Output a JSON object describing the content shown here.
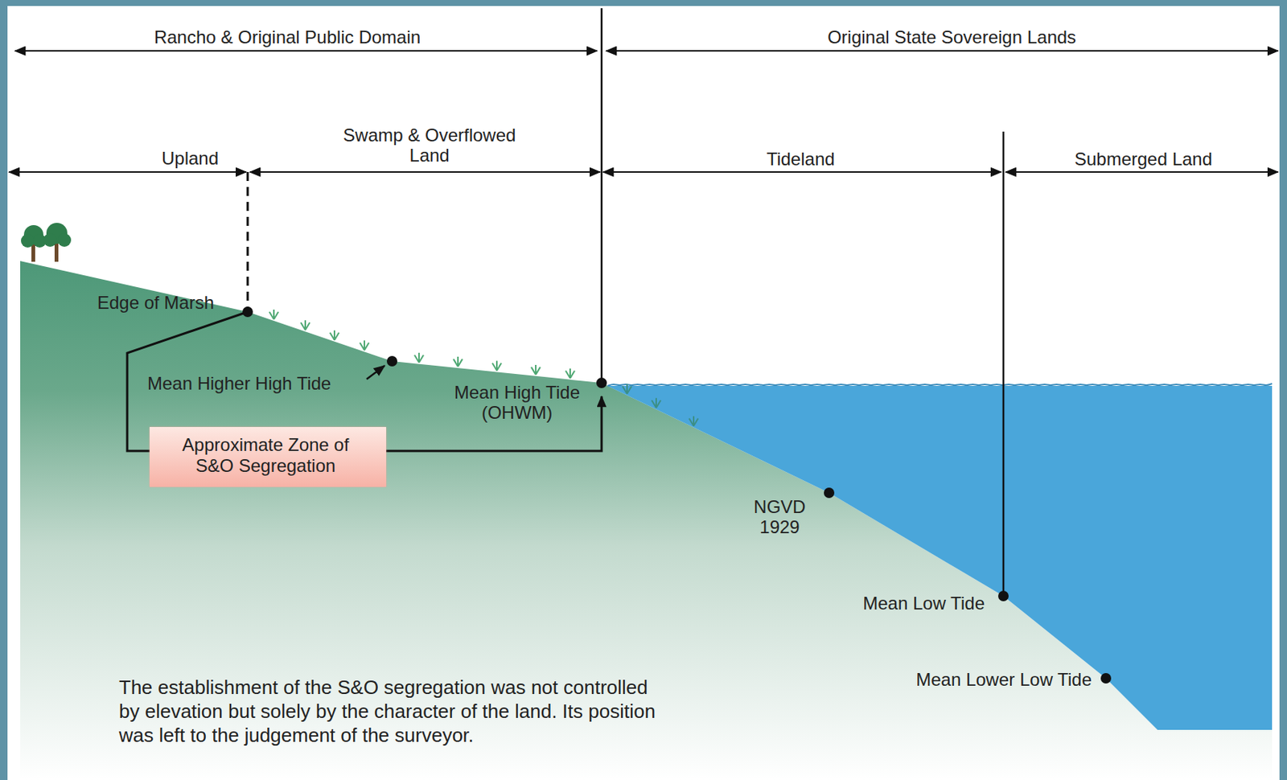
{
  "diagram": {
    "nodes": [
      {
        "text": [
          "Approximate Zone of S&O Segregation"
        ]
      }
    ],
    "labels": [
      "Rancho & Original Public Domain",
      "Original State Sovereign Lands",
      "Upland",
      "Swamp & Overflowed Land",
      "Tideland",
      "Submerged Land",
      "Edge of Marsh",
      "Mean Higher High Tide",
      "Mean High Tide (OHWM)",
      "NGVD 1929",
      "Mean Low Tide",
      "Mean Lower Low Tide",
      "The establishment of the S&O segregation was not controlled by elevation but solely by the character of the land. Its position was left to the judgement of the surveyor."
    ]
  }
}
